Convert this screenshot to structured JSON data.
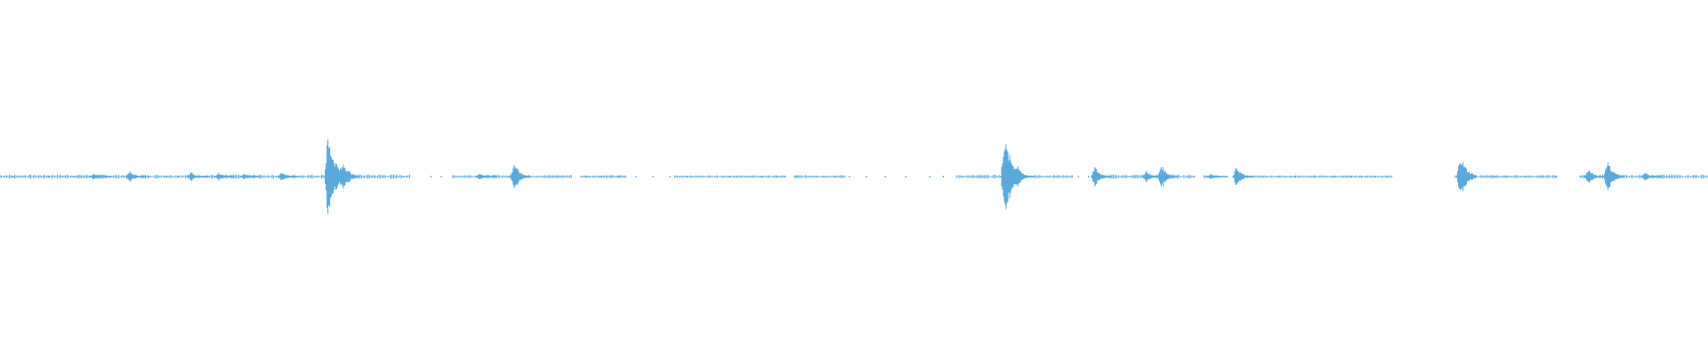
{
  "waveform": {
    "color": "#5aa9dd",
    "background": "#ffffff",
    "style": "mirrored-amplitude-waveform",
    "time_domain": {
      "start": 0.0,
      "end": 1.0
    },
    "segments": [
      {
        "start": 0.0,
        "end": 0.24,
        "level": 0.06
      },
      {
        "start": 0.265,
        "end": 0.335,
        "level": 0.05
      },
      {
        "start": 0.34,
        "end": 0.367,
        "level": 0.04
      },
      {
        "start": 0.395,
        "end": 0.46,
        "level": 0.03
      },
      {
        "start": 0.465,
        "end": 0.495,
        "level": 0.04
      },
      {
        "start": 0.56,
        "end": 0.628,
        "level": 0.05
      },
      {
        "start": 0.64,
        "end": 0.7,
        "level": 0.06
      },
      {
        "start": 0.705,
        "end": 0.715,
        "level": 0.05
      },
      {
        "start": 0.722,
        "end": 0.815,
        "level": 0.03
      },
      {
        "start": 0.852,
        "end": 0.912,
        "level": 0.04
      },
      {
        "start": 0.925,
        "end": 1.0,
        "level": 0.06
      }
    ],
    "peaks": [
      {
        "t": 0.055,
        "amp": 0.08
      },
      {
        "t": 0.076,
        "amp": 0.14
      },
      {
        "t": 0.112,
        "amp": 0.11
      },
      {
        "t": 0.128,
        "amp": 0.1
      },
      {
        "t": 0.143,
        "amp": 0.08
      },
      {
        "t": 0.165,
        "amp": 0.12
      },
      {
        "t": 0.192,
        "amp": 1.0
      },
      {
        "t": 0.201,
        "amp": 0.4
      },
      {
        "t": 0.281,
        "amp": 0.1
      },
      {
        "t": 0.301,
        "amp": 0.36
      },
      {
        "t": 0.588,
        "amp": 1.0
      },
      {
        "t": 0.596,
        "amp": 0.25
      },
      {
        "t": 0.641,
        "amp": 0.26
      },
      {
        "t": 0.671,
        "amp": 0.16
      },
      {
        "t": 0.68,
        "amp": 0.32
      },
      {
        "t": 0.709,
        "amp": 0.08
      },
      {
        "t": 0.724,
        "amp": 0.26
      },
      {
        "t": 0.855,
        "amp": 0.56
      },
      {
        "t": 0.93,
        "amp": 0.2
      },
      {
        "t": 0.941,
        "amp": 0.42
      },
      {
        "t": 0.963,
        "amp": 0.12
      }
    ],
    "dots": [
      0.007,
      0.017,
      0.028,
      0.043,
      0.087,
      0.097,
      0.104,
      0.252,
      0.258,
      0.343,
      0.352,
      0.357,
      0.362,
      0.372,
      0.382,
      0.392,
      0.402,
      0.427,
      0.436,
      0.446,
      0.455,
      0.466,
      0.478,
      0.488,
      0.497,
      0.507,
      0.518,
      0.53,
      0.544,
      0.552,
      0.631,
      0.637,
      0.718,
      0.733,
      0.748,
      0.758,
      0.77,
      0.781,
      0.791,
      0.797,
      0.805,
      0.812,
      0.875,
      0.882,
      0.893,
      0.903,
      0.911
    ]
  }
}
